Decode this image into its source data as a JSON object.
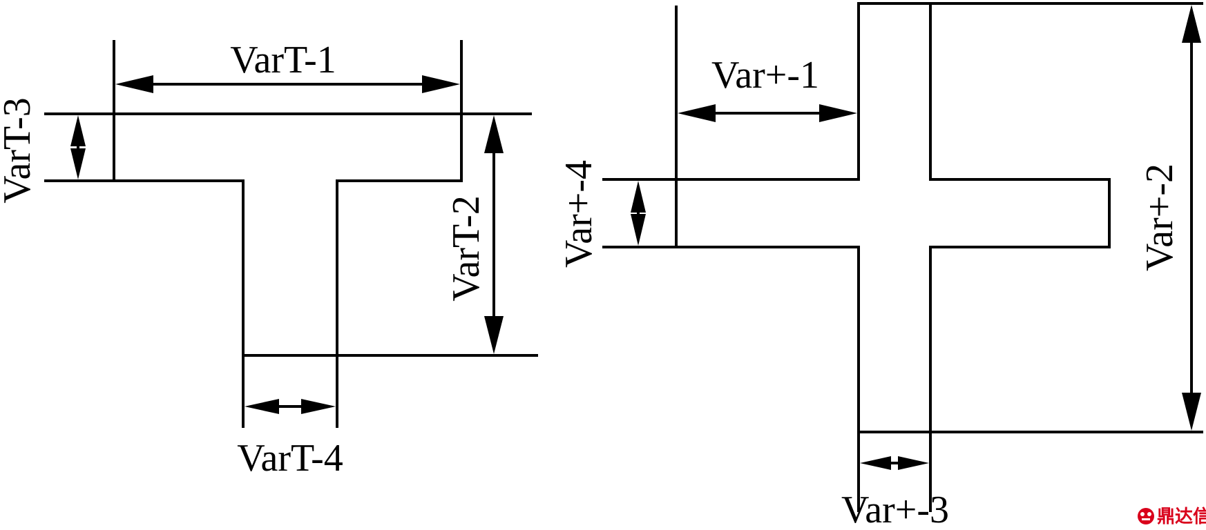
{
  "t_shape": {
    "labels": {
      "width": "VarT-1",
      "height": "VarT-2",
      "flange_thickness": "VarT-3",
      "stem_width": "VarT-4"
    }
  },
  "cross_shape": {
    "labels": {
      "arm_length": "Var+-1",
      "height": "Var+-2",
      "stem_width": "Var+-3",
      "arm_thickness": "Var+-4"
    }
  },
  "watermark": {
    "text": "鼎达信",
    "color": "#d9001b"
  }
}
